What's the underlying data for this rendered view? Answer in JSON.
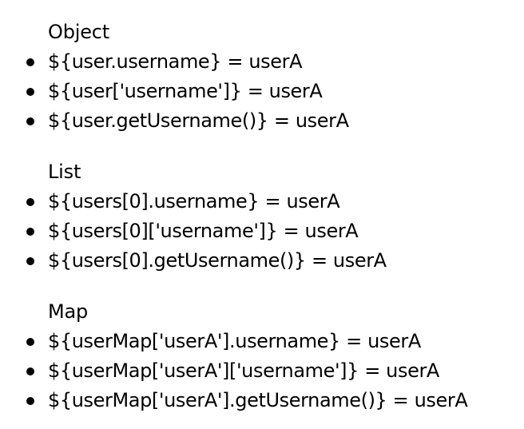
{
  "sections": [
    {
      "title": "Object",
      "items": [
        "${user.username} = userA",
        "${user['username']} = userA",
        "${user.getUsername()} = userA"
      ]
    },
    {
      "title": "List",
      "items": [
        "${users[0].username} = userA",
        "${users[0]['username']} = userA",
        "${users[0].getUsername()} = userA"
      ]
    },
    {
      "title": "Map",
      "items": [
        "${userMap['userA'].username} = userA",
        "${userMap['userA']['username']} = userA",
        "${userMap['userA'].getUsername()} = userA"
      ]
    }
  ]
}
